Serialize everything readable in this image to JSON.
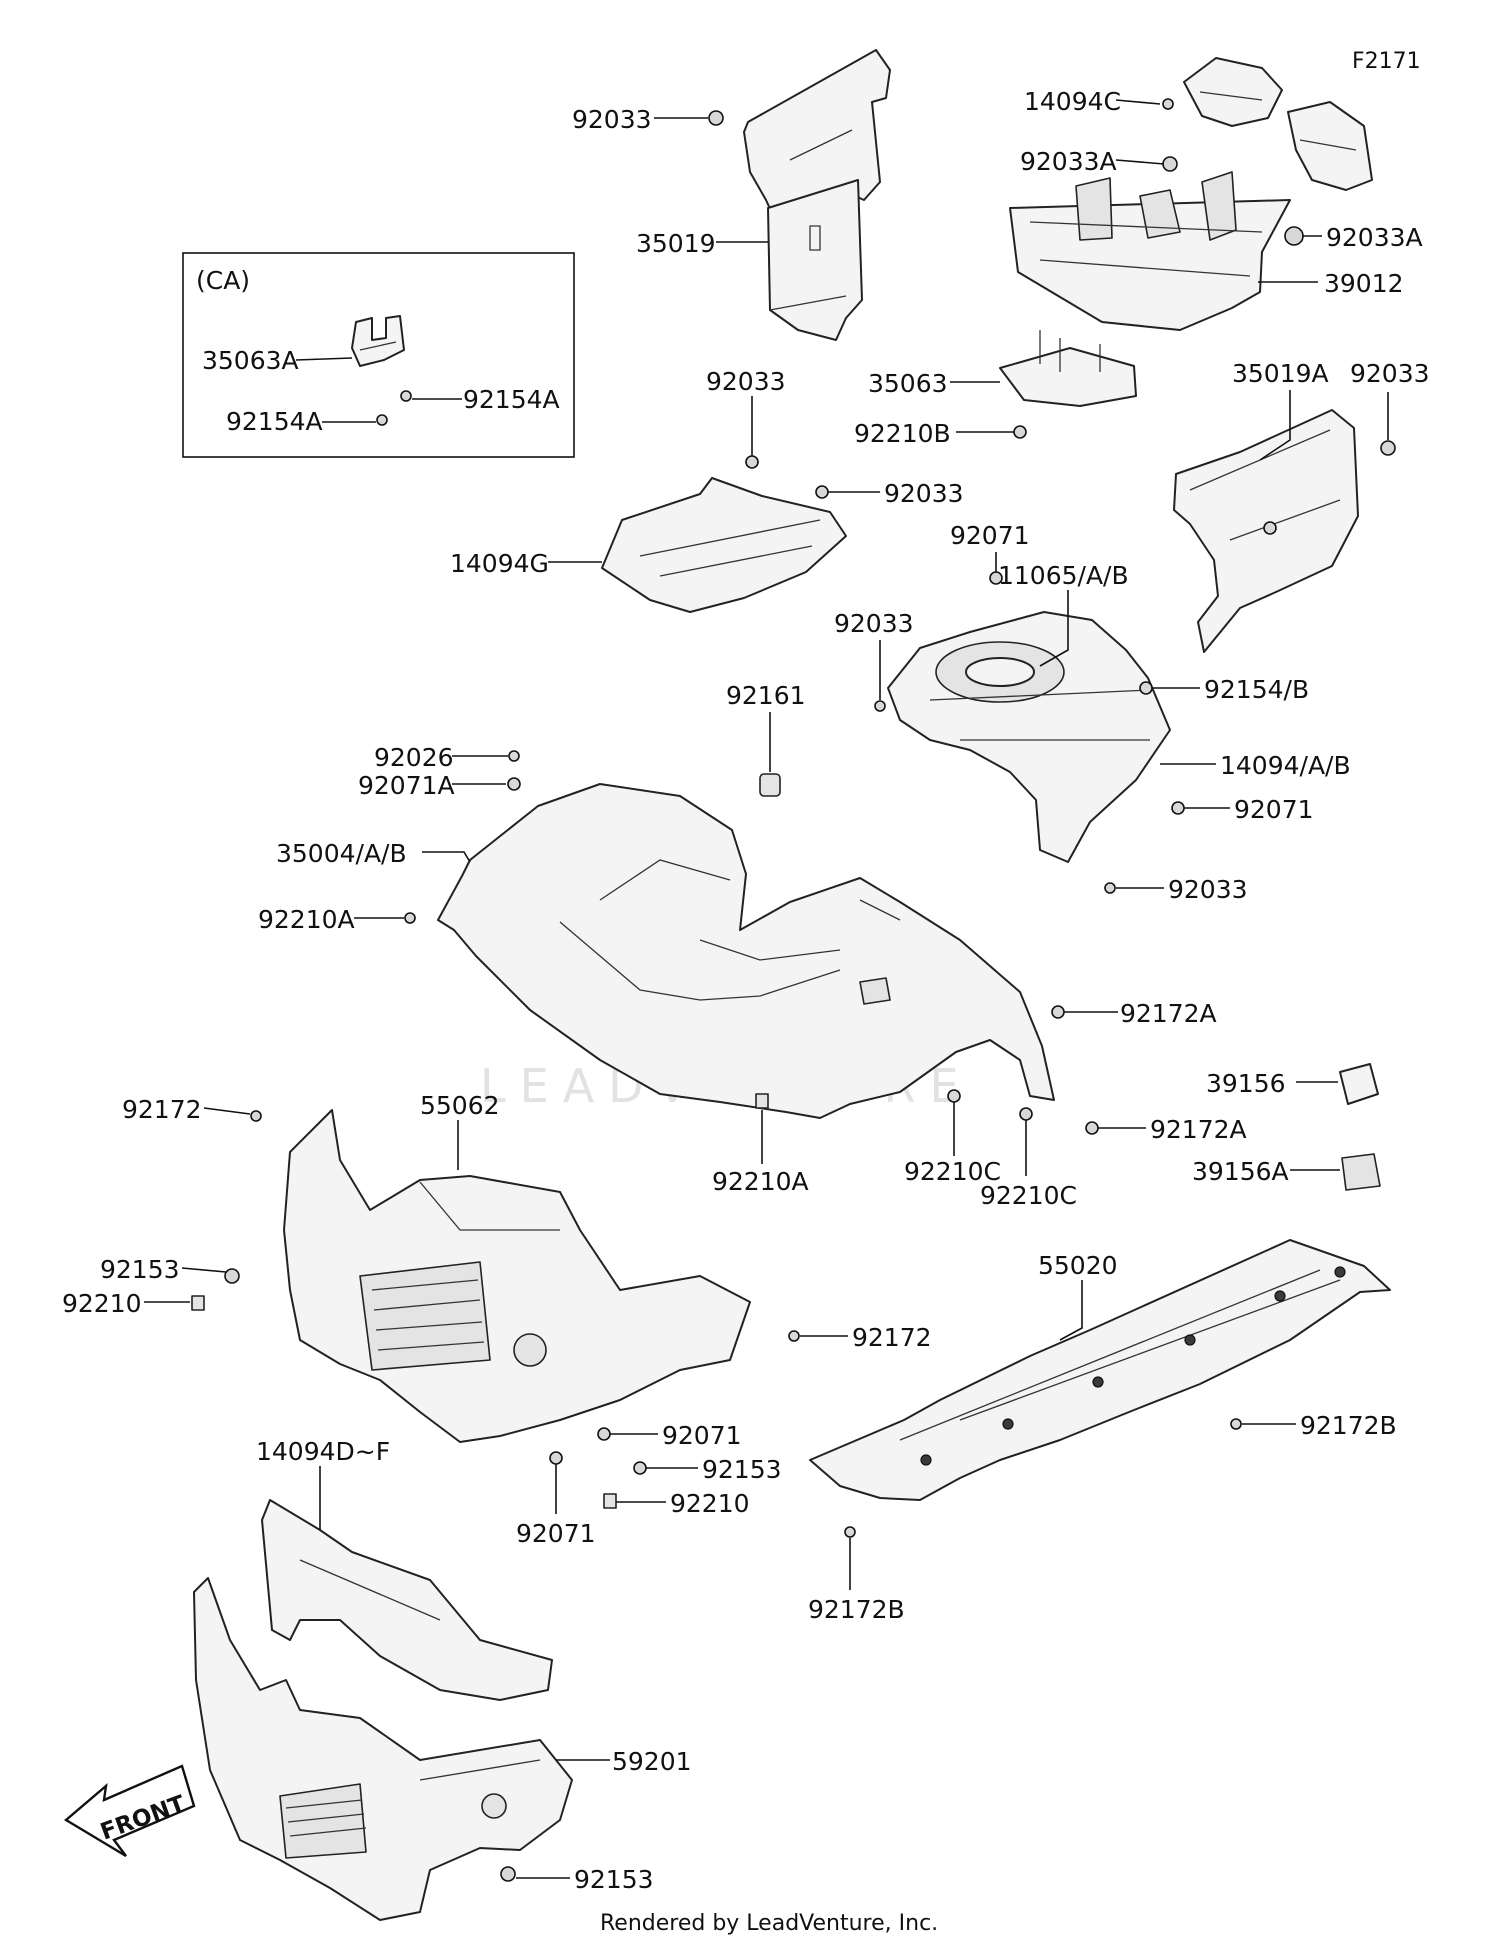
{
  "figure_code": "F2171",
  "watermark": "LEADVENTURE",
  "credit": "Rendered by LeadVenture, Inc.",
  "front_marker": "FRONT",
  "ca_box": {
    "title": "(CA)",
    "labels": [
      "35063A",
      "92154A",
      "92154A"
    ]
  },
  "callouts": [
    "92033",
    "35019",
    "14094C",
    "92033A",
    "92033A",
    "39012",
    "35063",
    "92210B",
    "35019A",
    "92033",
    "92033",
    "92033",
    "14094G",
    "92071",
    "11065/A/B",
    "92033",
    "92154/B",
    "14094/A/B",
    "92071",
    "92033",
    "92161",
    "92026",
    "92071A",
    "35004/A/B",
    "92210A",
    "92172A",
    "39156",
    "92172",
    "55062",
    "92210A",
    "92210C",
    "92210C",
    "92172A",
    "39156A",
    "92153",
    "92210",
    "55020",
    "92172",
    "92071",
    "92153",
    "92210",
    "92071",
    "92172B",
    "14094D~F",
    "92172B",
    "59201",
    "92153"
  ]
}
